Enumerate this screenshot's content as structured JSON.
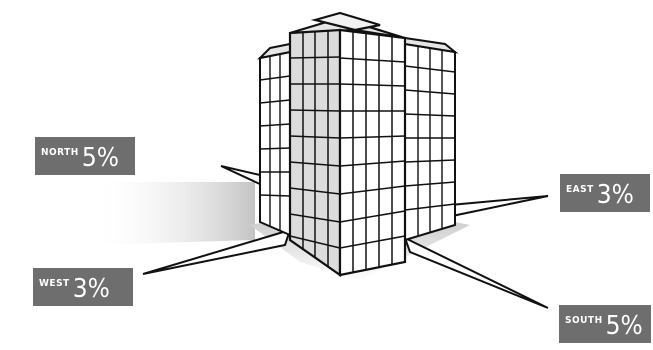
{
  "directions": {
    "north": {
      "label": "NORTH",
      "value": "5%"
    },
    "east": {
      "label": "EAST",
      "value": "3%"
    },
    "west": {
      "label": "WEST",
      "value": "3%"
    },
    "south": {
      "label": "SOUTH",
      "value": "5%"
    }
  },
  "colors": {
    "label_bg": "#6e6e6e",
    "label_text": "#ffffff",
    "outline": "#111111",
    "building_face": "#ffffff",
    "building_shade": "#d8d8d8",
    "ground_shadow": "#bdbdbd"
  }
}
